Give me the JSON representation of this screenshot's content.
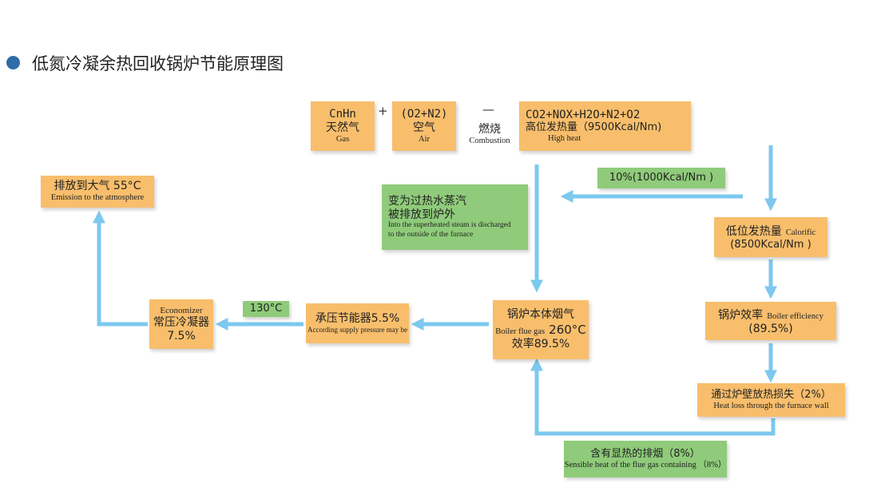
{
  "title": "低氮冷凝余热回收锅炉节能原理图",
  "colors": {
    "arrow": "#7cc8ee",
    "orange": "#f8be6c",
    "green": "#8fcb7a",
    "dot": "#2f6da8"
  },
  "top_row": {
    "gas": {
      "formula": "CnHn",
      "cn": "天然气",
      "en": "Gas"
    },
    "plus": "+",
    "air": {
      "formula": "(O2+N2)",
      "cn": "空气",
      "en": "Air"
    },
    "dash": "—",
    "combustion": {
      "cn": "燃烧",
      "en": "Combustion"
    },
    "products": {
      "formula": "CO2+NOX+H2O+N2+O2",
      "cn": "高位发热量（9500Kcal/Nm)",
      "en": "High heat"
    }
  },
  "emission": {
    "cn": "排放到大气 55°C",
    "en": "Emission to the atmosphere"
  },
  "steam": {
    "cn_line1": "变为过热水蒸汽",
    "cn_line2": "被排放到炉外",
    "en_line1": "Into the superheated steam is discharged",
    "en_line2": "to the outside of the furnace"
  },
  "ten_percent": "10%(1000Kcal/Nm )",
  "low_heat": {
    "cn": "低位发热量",
    "en": "Calorific",
    "value": "(8500Kcal/Nm )"
  },
  "boiler_eff": {
    "cn": "锅炉效率",
    "en": "Boiler efficiency",
    "value": "(89.5%)"
  },
  "wall_loss": {
    "cn": "通过炉壁放热损失（2%）",
    "en": "Heat loss through the furnace wall"
  },
  "flue_gas": {
    "cn": "锅炉本体烟气",
    "en": "Boiler flue gas",
    "temp": "260°C",
    "eff": "效率89.5%"
  },
  "sensible": {
    "cn": "含有显热的排烟（8%）",
    "en": "Sensible heat of the flue gas containing （8%）"
  },
  "pressure_econ": {
    "cn": "承压节能器5.5%",
    "en": "According supply pressure may be"
  },
  "temp_130": "130°C",
  "condenser": {
    "en": "Economizer",
    "cn": "常压冷凝器",
    "value": "7.5%"
  }
}
